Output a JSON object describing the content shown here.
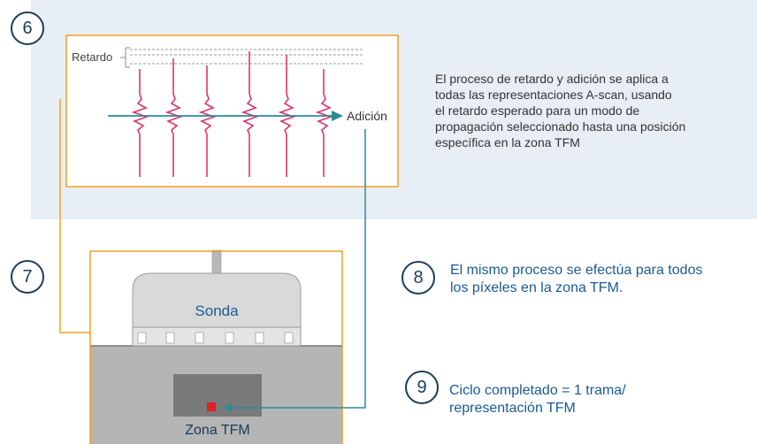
{
  "steps": {
    "six": "6",
    "seven": "7",
    "eight": "8",
    "nine": "9"
  },
  "diagram": {
    "retardo_label": "Retardo",
    "adicion_label": "Adición",
    "sonda_label": "Sonda",
    "zona_label": "Zona TFM"
  },
  "text": {
    "step6_description": [
      "El proceso de retardo y adición se aplica a",
      "todas las representaciones A-scan, usando",
      "el retardo esperado para un modo de",
      "propagación seleccionado hasta una posición",
      "específica en la zona TFM"
    ],
    "step8_description": [
      "El mismo proceso se efectúa para todos",
      "los píxeles en la zona TFM."
    ],
    "step9_description": [
      "Ciclo completado = 1 trama/",
      "representación TFM"
    ]
  },
  "colors": {
    "panel_bg": "#e8eef5",
    "frame_orange": "#f0a020",
    "signal_pink": "#e0336e",
    "arrow_teal": "#2a8c9a",
    "step_text_blue": "#1a5a96",
    "pixel_red": "#e02020"
  }
}
